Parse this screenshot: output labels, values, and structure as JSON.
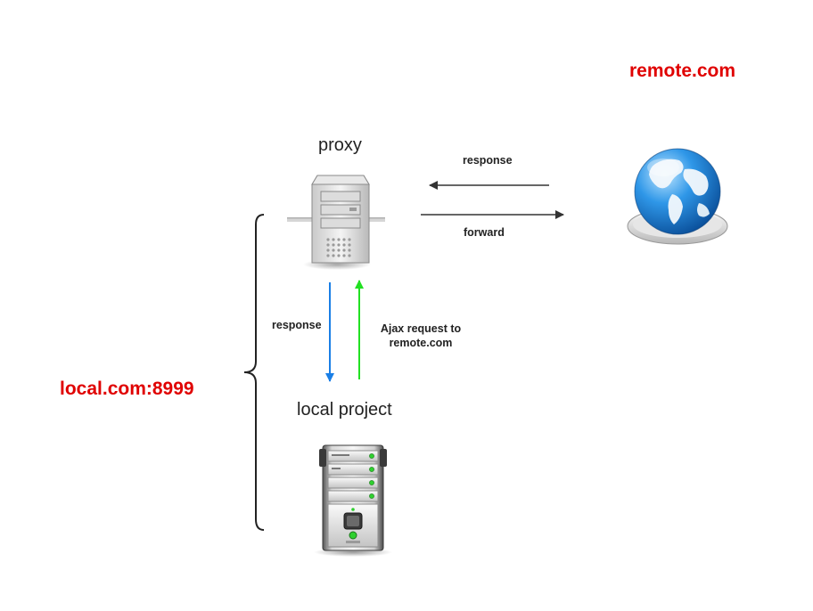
{
  "labels": {
    "remote_host": "remote.com",
    "local_host": "local.com:8999",
    "proxy": "proxy",
    "local_project": "local project"
  },
  "edges": {
    "proxy_to_remote": "forward",
    "remote_to_proxy": "response",
    "proxy_to_local": "response",
    "local_to_proxy_line1": "Ajax request to",
    "local_to_proxy_line2": "remote.com"
  },
  "colors": {
    "host_label": "#e00000",
    "arrow_dark": "#333333",
    "arrow_response_local": "#1a7fe6",
    "arrow_request_local": "#22e022"
  },
  "icons": {
    "proxy": "server-tower-icon",
    "remote": "globe-icon",
    "local": "server-rack-icon"
  }
}
